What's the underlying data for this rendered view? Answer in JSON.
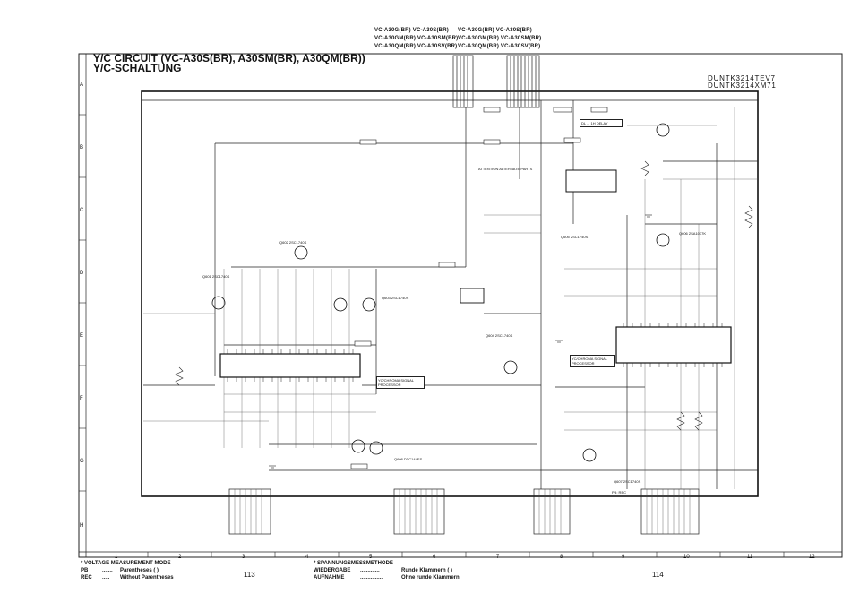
{
  "header": {
    "models_left": [
      "VC-A30G(BR) VC-A30S(BR)",
      "VC-A30GM(BR) VC-A30SM(BR)",
      "VC-A30QM(BR) VC-A30SV(BR)"
    ],
    "models_right": [
      "VC-A30G(BR) VC-A30S(BR)",
      "VC-A30GM(BR) VC-A30SM(BR)",
      "VC-A30QM(BR) VC-A30SV(BR)"
    ]
  },
  "title": {
    "line1": "Y/C CIRCUIT (VC-A30S(BR), A30SM(BR), A30QM(BR))",
    "line2": "Y/C-SCHALTUNG"
  },
  "codes": [
    "DUNTK3214TEV7",
    "DUNTK3214XM71"
  ],
  "grid": {
    "rows": [
      "A",
      "B",
      "C",
      "D",
      "E",
      "F",
      "G",
      "H"
    ],
    "columns": [
      "1",
      "2",
      "3",
      "4",
      "5",
      "6",
      "7",
      "8",
      "9",
      "10",
      "11",
      "12"
    ]
  },
  "components": {
    "ic_yc": "YC/CHROMA SIGNAL PROCESSOR",
    "delay_line": "DL ... 1H DELAY",
    "q601": "Q601 2SC1740S",
    "q602": "Q602 2SC1740S",
    "q603": "Q603 2SC1740S",
    "q604": "Q604 2SC1740S",
    "q605": "Q605 2SC1740S",
    "q606": "Q606 2SA1037K",
    "q607": "Q607 2SC1740S",
    "q608": "Q608 DTC144ES",
    "attention": "ATTENTION ALTERNATE PARTS",
    "pb_rec": "PB: REC"
  },
  "legend_left": {
    "heading": "* VOLTAGE MEASUREMENT MODE",
    "rows": [
      {
        "key": "PB",
        "dots": ".......",
        "value": "Parentheses (  )"
      },
      {
        "key": "REC",
        "dots": ".....",
        "value": "Without Parentheses"
      }
    ]
  },
  "legend_right": {
    "heading": "* SPANNUNGSMESSMETHODE",
    "rows": [
      {
        "key": "WIEDERGABE",
        "dots": ".............",
        "value": "Runde Klammern (  )"
      },
      {
        "key": "AUFNAHME",
        "dots": "...............",
        "value": "Ohne runde Klammern"
      }
    ]
  },
  "pages": {
    "left": "113",
    "right": "114"
  }
}
